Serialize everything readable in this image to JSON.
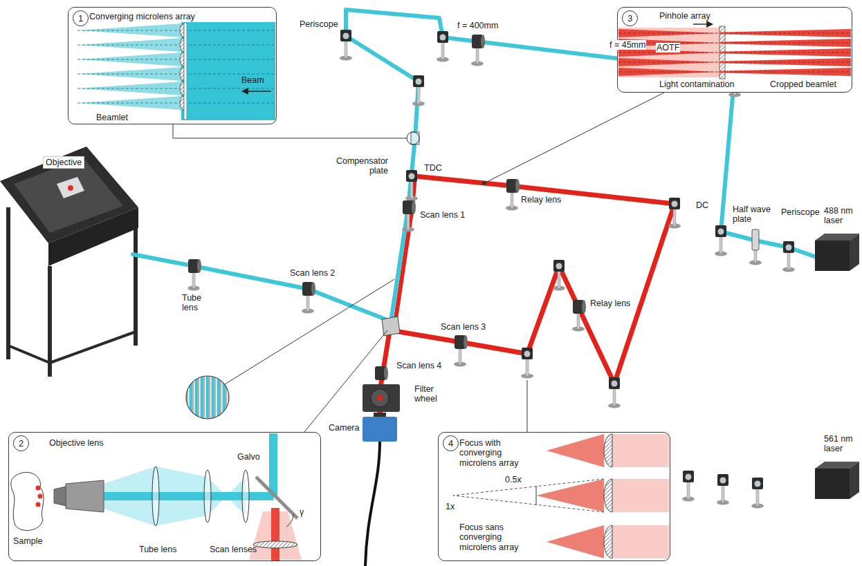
{
  "diagram": {
    "nodes": [
      {
        "text": [
          "Converging microlens array",
          "Beam",
          "Beamlet"
        ]
      },
      {
        "text": [
          "1"
        ],
        "in": 0
      },
      {
        "text": [
          "Pinhole array",
          "Light contamination",
          "Cropped beamlet"
        ]
      },
      {
        "text": [
          "3"
        ],
        "in": 2
      },
      {
        "text": [
          "Objective lens",
          "Sample",
          "Tube lens",
          "Scan lenses",
          "Galvo",
          "γ"
        ]
      },
      {
        "text": [
          "2"
        ],
        "in": 4
      },
      {
        "text": [
          "Focus with converging microlens array",
          "1x",
          "0.5x",
          "Focus sans converging microlens array"
        ]
      },
      {
        "text": [
          "4"
        ],
        "in": 6
      }
    ],
    "labels": [
      "Periscope",
      "f = 400mm",
      "f = 45mm",
      "AOTF",
      "Objective",
      "Compensator plate",
      "TDC",
      "Relay lens",
      "Scan lens 1",
      "DC",
      "Relay lens",
      "Half wave plate",
      "Periscope",
      "488 nm laser",
      "Tube lens",
      "Scan lens 2",
      "Scan lens 3",
      "Scan lens 4",
      "Filter wheel",
      "Camera",
      "561 nm laser"
    ]
  }
}
